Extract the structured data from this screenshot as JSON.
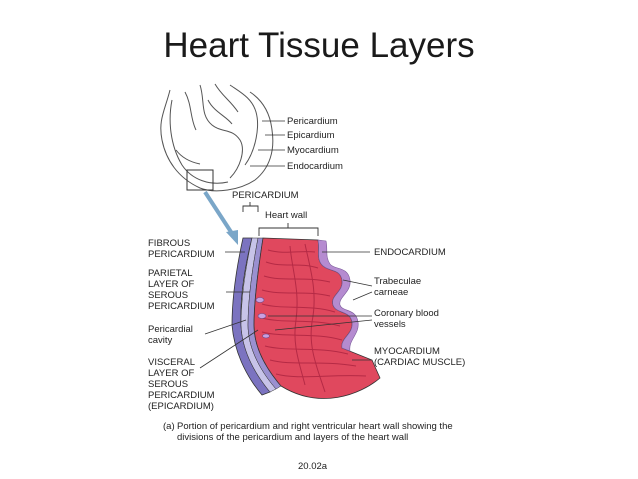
{
  "slide_title": "Heart Tissue Layers",
  "inset_labels": {
    "pericardium": "Pericardium",
    "epicardium": "Epicardium",
    "myocardium": "Myocardium",
    "endocardium": "Endocardium"
  },
  "main_labels": {
    "pericardium_top": "PERICARDIUM",
    "heart_wall": "Heart wall",
    "fibrous_pericardium": "FIBROUS\nPERICARDIUM",
    "parietal_layer": "PARIETAL\nLAYER OF\nSEROUS\nPERICARDIUM",
    "pericardial_cavity": "Pericardial\ncavity",
    "visceral_layer": "VISCERAL\nLAYER OF\nSEROUS\nPERICARDIUM\n(EPICARDIUM)",
    "endocardium": "ENDOCARDIUM",
    "trabeculae": "Trabeculae\ncarneae",
    "coronary_vessels": "Coronary blood\nvessels",
    "myocardium": "MYOCARDIUM\n(CARDIAC MUSCLE)"
  },
  "caption": {
    "letter": "(a)",
    "text": "Portion of pericardium and right ventricular heart wall showing the divisions of the pericardium and layers of the heart wall"
  },
  "figure_number": "20.02a",
  "colors": {
    "muscle": "#e0485e",
    "muscle_dark": "#c02a45",
    "endocardium": "#b58bd0",
    "pericardium": "#8f86c8",
    "outline": "#333333"
  }
}
